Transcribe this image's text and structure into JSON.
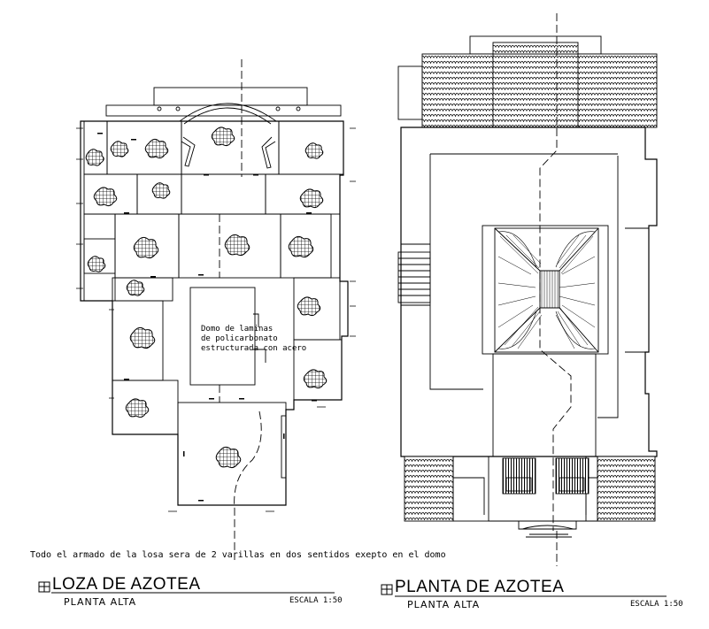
{
  "note": "Todo el armado de la losa sera de 2 varillas en dos sentidos exepto en el domo",
  "left_plan": {
    "title": "LOZA DE AZOTEA",
    "subtitle": "PLANTA ALTA",
    "scale": "ESCALA 1:50",
    "dome_label": [
      "Domo de laminas",
      "de policarbonato",
      "estructurada con acero"
    ]
  },
  "right_plan": {
    "title": "PLANTA  DE AZOTEA",
    "subtitle": "PLANTA ALTA",
    "scale": "ESCALA 1:50"
  },
  "colors": {
    "ink": "#000000",
    "paper": "#ffffff"
  }
}
